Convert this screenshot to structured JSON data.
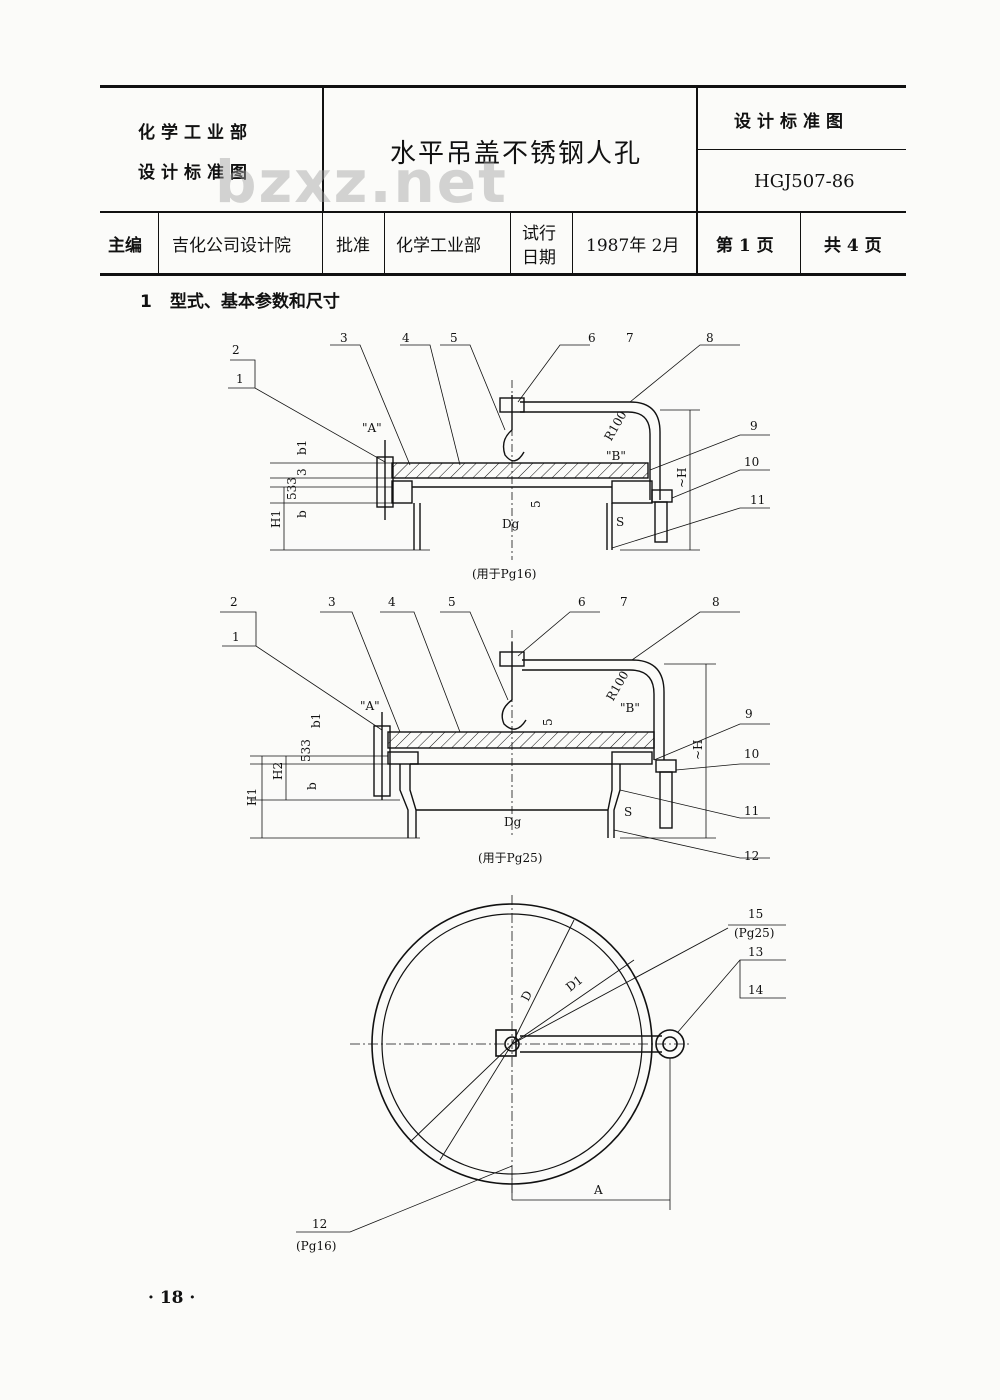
{
  "header": {
    "org_line1": "化学工业部",
    "org_line2": "设计标准图",
    "title": "水平吊盖不锈钢人孔",
    "std_label": "设计标准图",
    "std_code": "HGJ507-86",
    "editor_label": "主编",
    "editor_value": "吉化公司设计院",
    "approve_label": "批准",
    "approve_value": "化学工业部",
    "trial_label_1": "试行",
    "trial_label_2": "日期",
    "trial_date": "1987年 2月",
    "page_no": "第 1 页",
    "page_total": "共 4 页"
  },
  "watermark": "bzxz.net",
  "section": {
    "number": "1",
    "title": "型式、基本参数和尺寸"
  },
  "figure1": {
    "caption": "(用于Pg16)",
    "dim_dg": "Dg",
    "dim_h": "~H",
    "dim_h1": "H1",
    "dim_b": "b",
    "dim_b1": "b1",
    "dim_5": "5",
    "dim_s": "S",
    "dim_3a": "3",
    "dim_533": "533",
    "radius": "R100",
    "detail_a": "\"A\"",
    "detail_b": "\"B\"",
    "labels": [
      "1",
      "2",
      "3",
      "4",
      "5",
      "6",
      "7",
      "8",
      "9",
      "10",
      "11"
    ]
  },
  "figure2": {
    "caption": "(用于Pg25)",
    "dim_dg": "Dg",
    "dim_h": "~H",
    "dim_h1": "H1",
    "dim_h2": "H2",
    "dim_b": "b",
    "dim_b1": "b1",
    "dim_5": "5",
    "dim_s": "S",
    "dim_533": "533",
    "radius": "R100",
    "detail_a": "\"A\"",
    "detail_b": "\"B\"",
    "labels": [
      "1",
      "2",
      "3",
      "4",
      "5",
      "6",
      "7",
      "8",
      "9",
      "10",
      "11",
      "12"
    ]
  },
  "figure3": {
    "dim_d": "D",
    "dim_d1": "D1",
    "dim_a": "A",
    "label_15": "15",
    "label_15_note": "(Pg25)",
    "label_13": "13",
    "label_14": "14",
    "label_12": "12",
    "label_12_note": "(Pg16)"
  },
  "footer": {
    "page_number": "· 18 ·"
  }
}
